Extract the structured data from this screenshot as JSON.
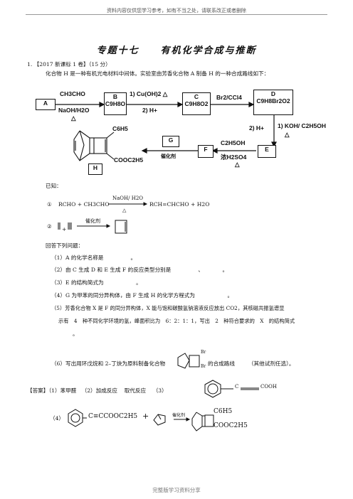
{
  "header_note": "资料内容仅供您学习参考，如有不当之处，请联系改正或者删除",
  "title": "专题十七　　有机化学合成与推断",
  "question": {
    "number": "1.",
    "source": "【2017 新课标 1 卷】（15 分）",
    "intro": "化合物 H 是一种有机光电材料中间体。实验室由芳香化合物 A 制备 H 的一种合成路线如下："
  },
  "scheme": {
    "A": "A",
    "B": "B",
    "B_formula": "C9H8O",
    "C": "C",
    "C_formula": "C9H8O2",
    "D": "D",
    "D_formula": "C9H8Br2O2",
    "E": "E",
    "F": "F",
    "G": "G",
    "H": "H",
    "r1_top": "CH3CHO",
    "r1_bot": "NaOH/H2O",
    "r1_heat": "△",
    "r2_top": "1) Cu(OH)2 △",
    "r2_bot": "2) H+",
    "r3_top": "Br2/CCl4",
    "r4_left": "2) H+",
    "r4_right": "1) KOH/ C2H5OH",
    "r4_heat": "△",
    "r5_top": "C2H5OH",
    "r5_bot": "浓H2SO4",
    "r5_heat": "△",
    "r6": "催化剂",
    "H_c6h5": "C6H5",
    "H_ester": "COOC2H5"
  },
  "known": {
    "label": "已知：",
    "eq1_num": "①",
    "eq1_left": "RCHO + CH3CHO",
    "eq1_cond_top": "NaOH/ H2O",
    "eq1_cond_bot": "△",
    "eq1_right": "RCH=CHCHO + H2O",
    "eq2_num": "②",
    "eq2_cond": "催化剂"
  },
  "questions": {
    "lead": "回答下列问题：",
    "q1": "（1）A 的化学名称是　　　　　。",
    "q2": "（2）由 C 生成 D 和 E 生成 F 的反应类型分别是　　　　　、　　　　。",
    "q3": "（3）E 的结构简式为　　　　　　。",
    "q4": "（4）G 为甲苯的同分异构体，由 F 生成 H 的化学方程式为　　　　　　。",
    "q5a": "（5）芳香化合物 X 是 F 的同分异构体，X 能与饱和碳酸氢钠溶液反应放出 CO2，其核磁共振氢谱显",
    "q5b": "示有　4　种不同化学环境的氢，峰面积比为　6：2：1：1，写出　2　种符合要求的　X　的结构简式",
    "q5c": "。",
    "q6_left": "（6）写出用环戊烷和 2–丁炔为原料制备化合物",
    "q6_right": "的合成路线　　　（其他试剂任选）。",
    "q6_br1": "Br",
    "q6_br2": "Br"
  },
  "answer": {
    "prefix": "【答案】",
    "a1": "（1）苯甲醛",
    "a2": "（2）加成反应",
    "a2b": "取代反应",
    "a3": "（3）",
    "a3_cooh": "COOH",
    "a3_c": "C",
    "a4": "（4）",
    "a4_ester": "C≡CCOOC2H5",
    "a4_plus": "+",
    "a4_cat": "催化剂",
    "a4_c6h5": "C6H5",
    "a4_prod_ester": "COOC2H5"
  },
  "footer": "完整版学习资料分享"
}
